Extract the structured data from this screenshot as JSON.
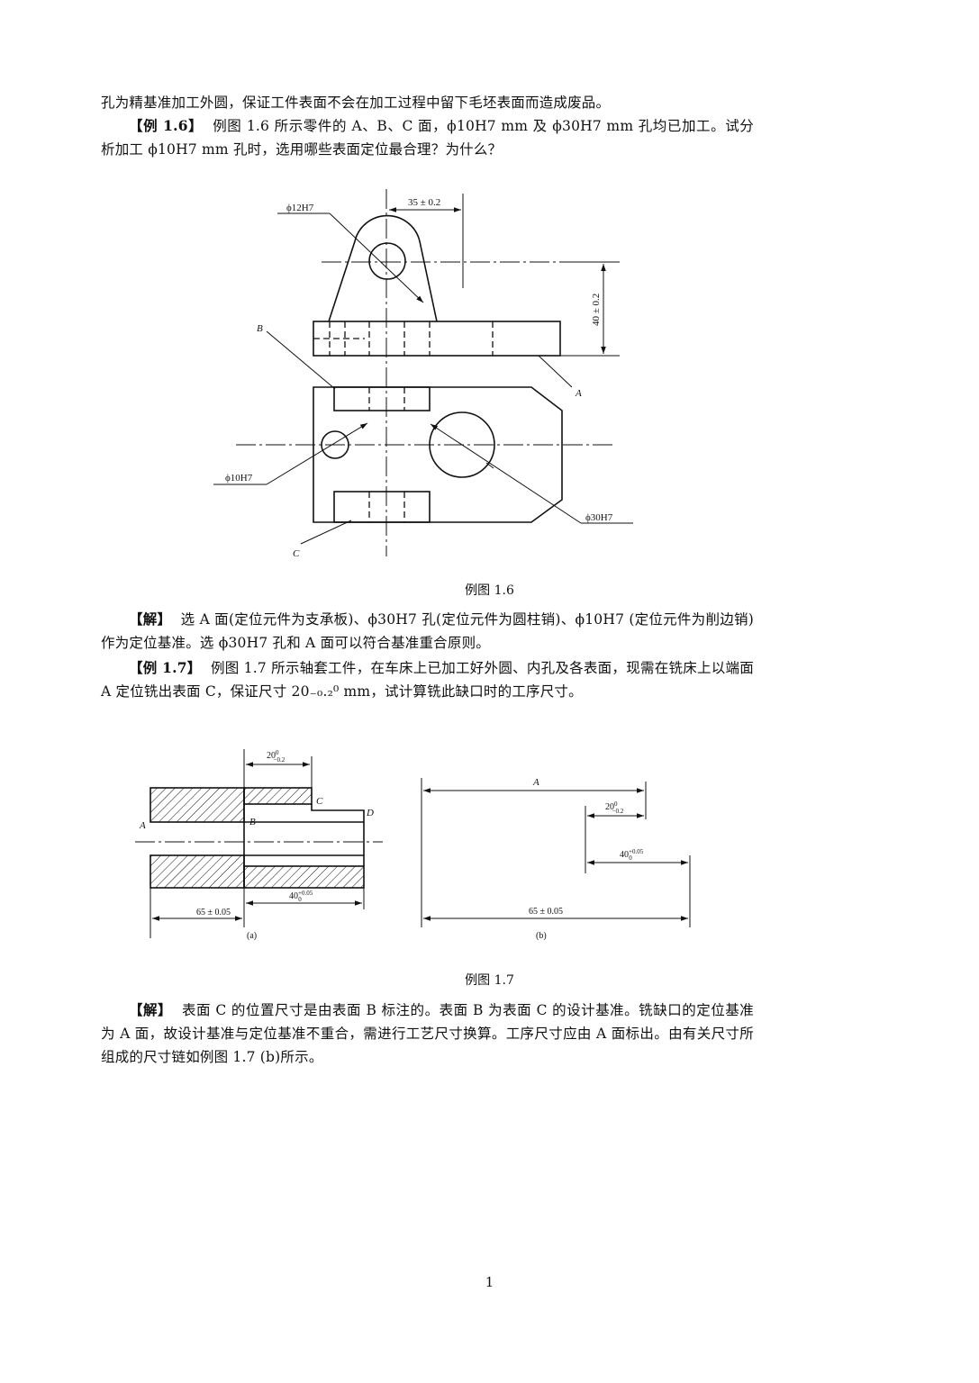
{
  "paragraphs": {
    "p0": "孔为精基准加工外圆，保证工件表面不会在加工过程中留下毛坯表面而造成废品。",
    "ex16_tag": "【例 1.6】",
    "ex16_text": "例图 1.6 所示零件的 A、B、C 面，ϕ10H7 mm 及 ϕ30H7 mm 孔均已加工。试分析加工 ϕ10H7 mm 孔时，选用哪些表面定位最合理？为什么？",
    "sol16_tag": "【解】",
    "sol16_text": "选 A 面(定位元件为支承板)、ϕ30H7 孔(定位元件为圆柱销)、ϕ10H7 (定位元件为削边销)作为定位基准。选 ϕ30H7 孔和 A 面可以符合基准重合原则。",
    "ex17_tag": "【例 1.7】",
    "ex17_text": "例图 1.7 所示轴套工件，在车床上已加工好外圆、内孔及各表面，现需在铣床上以端面 A 定位铣出表面 C，保证尺寸 20₋₀.₂⁰ mm，试计算铣此缺口时的工序尺寸。",
    "sol17_tag": "【解】",
    "sol17_text": "表面 C 的位置尺寸是由表面 B 标注的。表面 B 为表面 C 的设计基准。铣缺口的定位基准为 A 面，故设计基准与定位基准不重合，需进行工艺尺寸换算。工序尺寸应由 A 面标出。由有关尺寸所组成的尺寸链如例图 1.7 (b)所示。"
  },
  "fig16": {
    "caption": "例图 1.6",
    "dim_35": "35 ± 0.2",
    "dim_40": "40 ± 0.2",
    "d12": "ϕ12H7",
    "d10": "ϕ10H7",
    "d30": "ϕ30H7",
    "label_a": "A",
    "label_b": "B",
    "label_c": "C"
  },
  "fig17": {
    "caption": "例图 1.7",
    "a": {
      "dim_20": "20",
      "dim_20_up": "0",
      "dim_20_lo": "−0.2",
      "dim_40": "40",
      "dim_40_up": "+0.05",
      "dim_40_lo": "0",
      "dim_65": "65 ± 0.05",
      "label_a": "A",
      "label_b": "B",
      "label_c": "C",
      "label_d": "D",
      "sub": "(a)"
    },
    "b": {
      "label_a": "A",
      "dim_20": "20",
      "dim_20_up": "0",
      "dim_20_lo": "−0.2",
      "dim_40": "40",
      "dim_40_up": "+0.05",
      "dim_40_lo": "0",
      "dim_65": "65 ± 0.05",
      "sub": "(b)"
    }
  },
  "page_number": "1"
}
